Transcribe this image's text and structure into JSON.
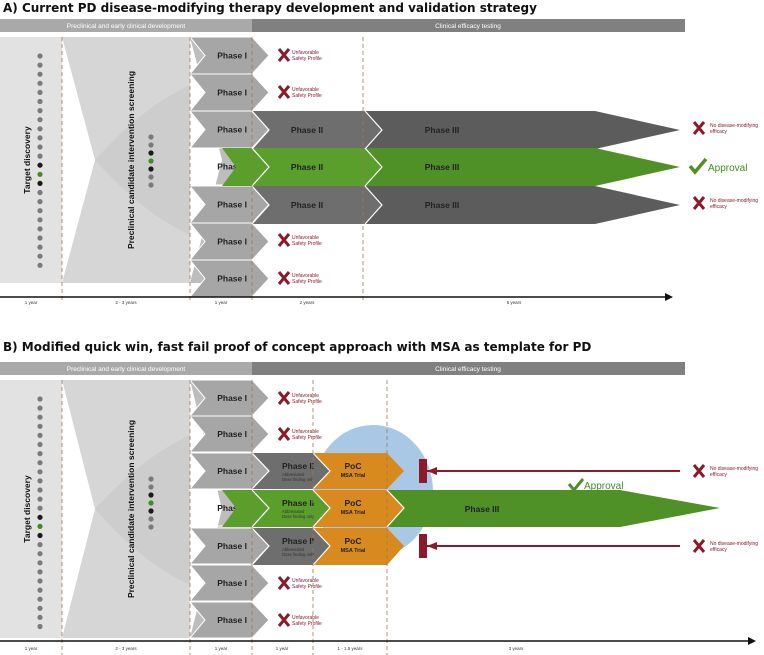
{
  "panel_a": {
    "title": "A) Current PD disease-modifying therapy development and validation strategy",
    "band_left": "Preclinical and early clinical development",
    "band_right": "Clinical efficacy testing",
    "target_discovery": "Target discovery",
    "screening": "Preclinical candidate intervention screening",
    "phase1": "Phase I",
    "phase2": "Phase II",
    "phase3": "Phase III",
    "unfav_1": "Unfavorable",
    "unfav_2": "Safety Profile",
    "nodm_1": "No disease-modifying",
    "nodm_2": "efficacy",
    "approval": "Approval",
    "timeline": [
      "1 year",
      "2 - 3 years",
      "1 year",
      "2 years",
      "5 years"
    ]
  },
  "panel_b": {
    "title": "B) Modified quick win, fast fail proof of concept approach with MSA as template for PD",
    "band_left": "Preclinical and early clinical development",
    "band_right": "Clinical efficacy testing",
    "target_discovery": "Target discovery",
    "screening": "Preclinical candidate intervention screening",
    "phase1": "Phase I",
    "phase2": "Phase II",
    "abbr_1": "Abbreviated",
    "abbr_2": "Dose finding only",
    "poc": "PoC",
    "msa": "MSA Trial",
    "phase3": "Phase III",
    "unfav_1": "Unfavorable",
    "unfav_2": "Safety Profile",
    "nodm_1": "No disease-modifying",
    "nodm_2": "efficacy",
    "approval": "Approval",
    "timeline": [
      "1 year",
      "2 - 3 years",
      "1 year",
      "1 year",
      "1 - 1.5 years",
      "3 years"
    ]
  },
  "colors": {
    "green": "#5a9e2c",
    "dark": "#5f5f5f",
    "mid": "#8a8a8a",
    "red": "#8b1a2a",
    "orange": "#d98a1f",
    "blue": "#a9c8e6"
  }
}
